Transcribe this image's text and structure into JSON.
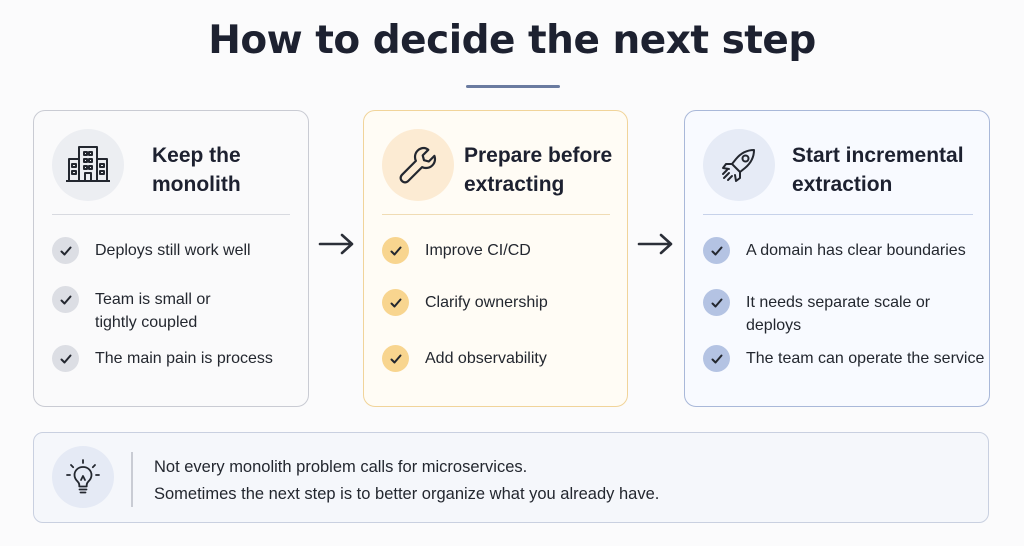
{
  "title": "How to decide the next step",
  "cards": [
    {
      "icon": "building-icon",
      "title_line1": "Keep the",
      "title_line2": "monolith",
      "items": [
        {
          "line1": "Deploys still work well",
          "line2": ""
        },
        {
          "line1": "Team is small or",
          "line2": "tightly coupled"
        },
        {
          "line1": "The main pain is process",
          "line2": ""
        }
      ]
    },
    {
      "icon": "wrench-icon",
      "title_line1": "Prepare before",
      "title_line2": "extracting",
      "items": [
        {
          "line1": "Improve CI/CD",
          "line2": ""
        },
        {
          "line1": "Clarify ownership",
          "line2": ""
        },
        {
          "line1": "Add observability",
          "line2": ""
        }
      ]
    },
    {
      "icon": "rocket-icon",
      "title_line1": "Start incremental",
      "title_line2": "extraction",
      "items": [
        {
          "line1": "A domain has clear boundaries",
          "line2": ""
        },
        {
          "line1": "It needs separate scale or deploys",
          "line2": ""
        },
        {
          "line1": "The team can operate the service",
          "line2": ""
        }
      ]
    }
  ],
  "note": {
    "icon": "lightbulb-icon",
    "line1": "Not every monolith problem calls for microservices.",
    "line2": "Sometimes the next step is to better organize what you already have."
  },
  "colors": {
    "neutral": "#dcdee4",
    "amber": "#f8d58f",
    "blue": "#b4c3e3",
    "title_underline": "#6a7ba0"
  }
}
